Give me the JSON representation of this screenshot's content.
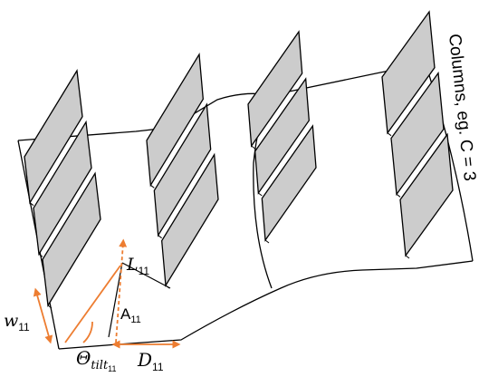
{
  "colors": {
    "panel_fill": "#cccccc",
    "stroke": "#000000",
    "annotation": "#ed7d31",
    "background": "#ffffff"
  },
  "labels": {
    "columns_note": "Columns, eg. C = 3",
    "length": {
      "symbol": "L",
      "subscript": "11"
    },
    "area": {
      "symbol": "A",
      "subscript": "11"
    },
    "width": {
      "symbol": "w",
      "subscript": "11"
    },
    "tilt": {
      "symbol": "Θ",
      "sub_main": "tilt",
      "sub_index": "11"
    },
    "spacing": {
      "symbol": "D",
      "subscript": "11"
    }
  },
  "structure": {
    "columns": 4,
    "panels_per_column": 3
  }
}
